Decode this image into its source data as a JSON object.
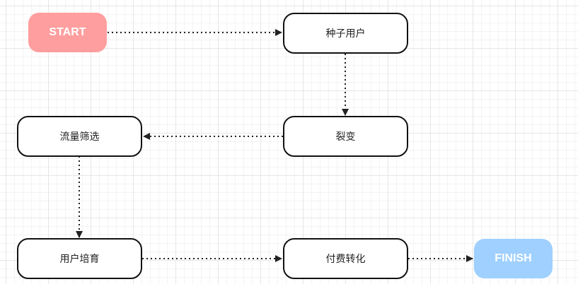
{
  "colors": {
    "start_fill": "#ff9e9e",
    "finish_fill": "#9fd0ff",
    "node_border": "#111111",
    "edge": "#222222"
  },
  "nodes": {
    "start": "START",
    "seed_users": "种子用户",
    "fission": "裂变",
    "traffic_filter": "流量筛选",
    "user_nurture": "用户培育",
    "paid_conversion": "付费转化",
    "finish": "FINISH"
  },
  "edges": [
    {
      "from": "START",
      "to": "种子用户",
      "style": "dotted"
    },
    {
      "from": "种子用户",
      "to": "裂变",
      "style": "dotted"
    },
    {
      "from": "裂变",
      "to": "流量筛选",
      "style": "dotted"
    },
    {
      "from": "流量筛选",
      "to": "用户培育",
      "style": "dotted"
    },
    {
      "from": "用户培育",
      "to": "付费转化",
      "style": "dotted"
    },
    {
      "from": "付费转化",
      "to": "FINISH",
      "style": "dotted"
    }
  ]
}
